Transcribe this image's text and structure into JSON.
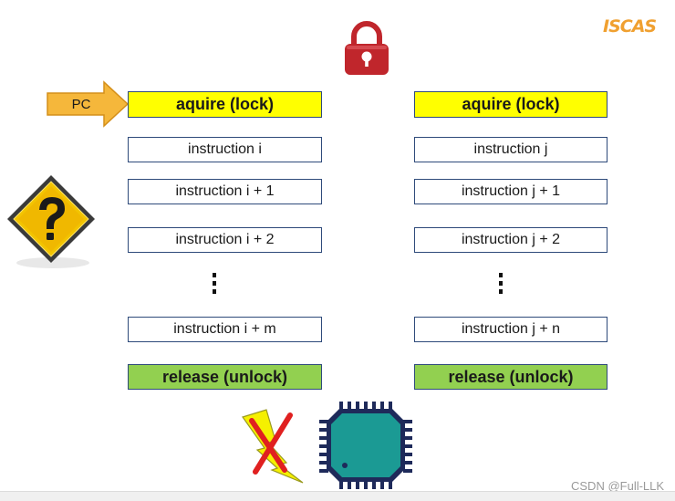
{
  "logo": {
    "text": "ISCAS",
    "color": "#f0a030"
  },
  "pc_arrow": {
    "label": "PC",
    "color": "#f5b73b"
  },
  "left_column": {
    "acquire": "aquire (lock)",
    "instructions": [
      "instruction i",
      "instruction i + 1",
      "instruction i + 2"
    ],
    "last_instruction": "instruction i + m",
    "release": "release (unlock)"
  },
  "right_column": {
    "acquire": "aquire (lock)",
    "instructions": [
      "instruction j",
      "instruction j + 1",
      "instruction j + 2"
    ],
    "last_instruction": "instruction j + n",
    "release": "release (unlock)"
  },
  "icons": {
    "lock": "padlock-icon",
    "warning": "question-warning-icon",
    "no_interrupt": "crossed-lightning-icon",
    "cpu": "cpu-chip-icon"
  },
  "colors": {
    "acquire_bg": "#ffff00",
    "release_bg": "#92d050",
    "lock_red": "#c0262c",
    "chip_teal": "#1b9a94"
  },
  "watermark": "CSDN @Full-LLK"
}
